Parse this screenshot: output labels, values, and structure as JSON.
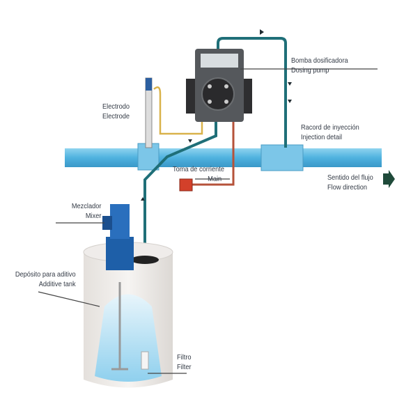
{
  "labels": {
    "pump": {
      "es": "Bomba dosificadora",
      "en": "Dosing pump"
    },
    "electrode": {
      "es": "Electrodo",
      "en": "Electrode"
    },
    "injection": {
      "es": "Racord de inyección",
      "en": "Injection detail"
    },
    "power": {
      "es": "Toma de corriente",
      "en": "Main"
    },
    "flow": {
      "es": "Sentido del flujo",
      "en": "Flow direction"
    },
    "mixer": {
      "es": "Mezclador",
      "en": "Mixer"
    },
    "tank": {
      "es": "Depósito para aditivo",
      "en": "Additive tank"
    },
    "filter": {
      "es": "Filtro",
      "en": "Filter"
    }
  },
  "colors": {
    "pipe": "#5bb8e0",
    "tube": "#1f6f78",
    "mixer": "#1e5fa8",
    "power": "#c8412b",
    "arrow": "#1f4a3a"
  }
}
